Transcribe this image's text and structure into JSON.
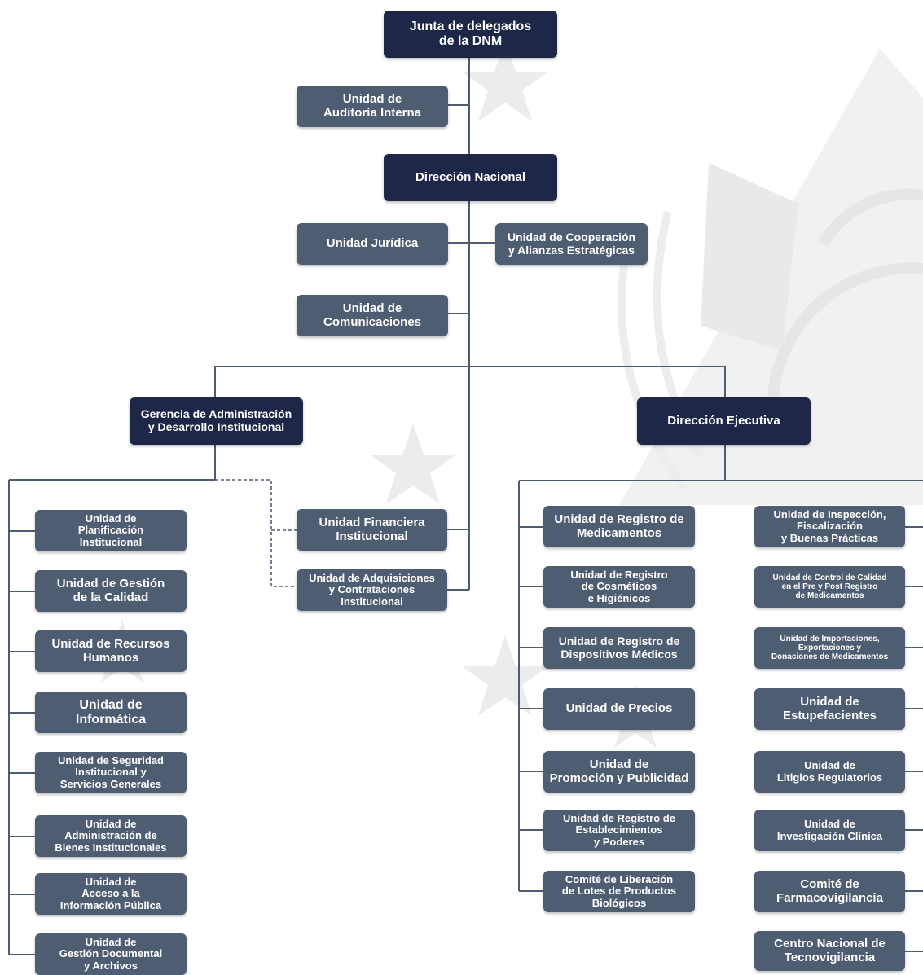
{
  "colors": {
    "primary": "#1f2748",
    "secondary": "#4f5d72",
    "line": "#4f5d72"
  },
  "nodes": {
    "junta": "Junta de delegados\nde la DNM",
    "auditoria": "Unidad de\nAuditoría Interna",
    "direccion_nacional": "Dirección Nacional",
    "juridica": "Unidad Jurídica",
    "cooperacion": "Unidad de Cooperación\ny Alianzas Estratégicas",
    "comunicaciones": "Unidad de\nComunicaciones",
    "gerencia": "Gerencia de Administración\ny Desarrollo Institucional",
    "direccion_ejecutiva": "Dirección Ejecutiva",
    "financiera": "Unidad Financiera\nInstitucional",
    "adquisiciones": "Unidad de Adquisiciones\ny Contrataciones\nInstitucional",
    "gerencia_units": [
      "Unidad de\nPlanificación\nInstitucional",
      "Unidad de Gestión\nde la Calidad",
      "Unidad de Recursos\nHumanos",
      "Unidad de\nInformática",
      "Unidad de Seguridad\nInstitucional y\nServicios Generales",
      "Unidad de\nAdministración de\nBienes Institucionales",
      "Unidad de\nAcceso a la\nInformación Pública",
      "Unidad de\nGestión Documental\ny Archivos"
    ],
    "ejecutiva_left": [
      "Unidad de Registro de\nMedicamentos",
      "Unidad de Registro\nde Cosméticos\ne Higiénicos",
      "Unidad de Registro de\nDispositivos Médicos",
      "Unidad de Precios",
      "Unidad de\nPromoción y Publicidad",
      "Unidad de Registro de\nEstablecimientos\ny Poderes",
      "Comité de Liberación\nde Lotes de Productos\nBiológicos"
    ],
    "ejecutiva_right": [
      "Unidad de Inspección,\nFiscalización\ny Buenas Prácticas",
      "Unidad de Control de Calidad\nen el Pre y Post Registro\nde Medicamentos",
      "Unidad de Importaciones,\nExportaciones y\nDonaciones de Medicamentos",
      "Unidad de\nEstupefacientes",
      "Unidad de\nLitigios Regulatorios",
      "Unidad de\nInvestigación Clínica",
      "Comité de\nFarmacovigilancia",
      "Centro Nacional de\nTecnovigilancia"
    ]
  }
}
